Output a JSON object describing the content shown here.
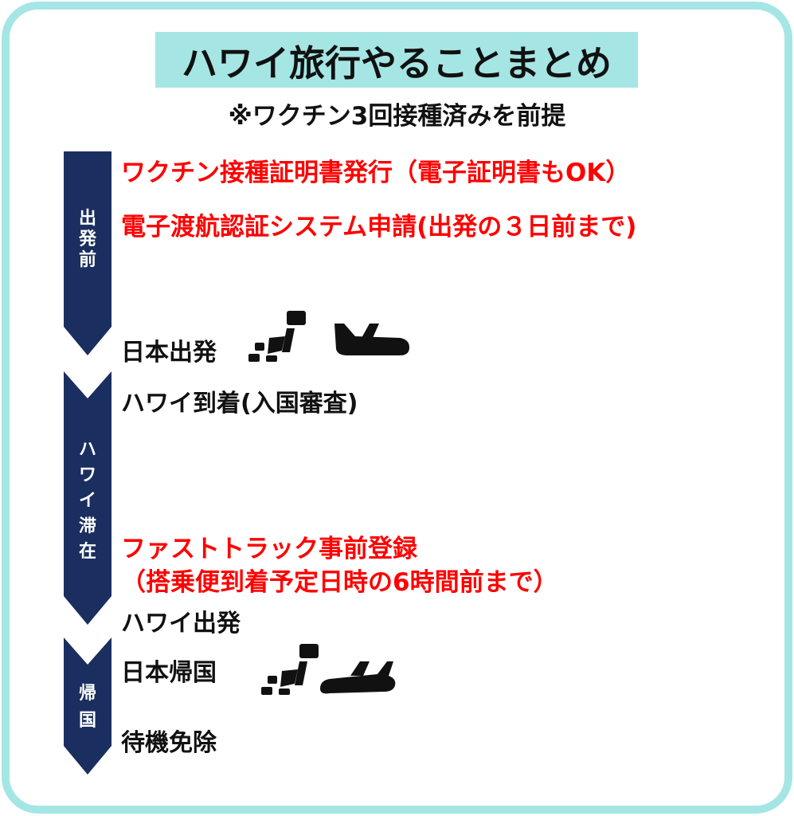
{
  "title": "ハワイ旅行やることまとめ",
  "subtitle": "※ワクチン3回接種済みを前提",
  "colors": {
    "frame": "#a5e6e4",
    "title_background": "#a5e6e4",
    "arrow": "#1a2e5f",
    "red_text": "#ff0000",
    "black_text": "#111111"
  },
  "phases": [
    {
      "label": [
        "出",
        "発",
        "前"
      ],
      "items": [
        {
          "text": "ワクチン接種証明書発行（電子証明書もOK）",
          "color": "red"
        },
        {
          "text": "電子渡航認証システム申請(出発の３日前まで)",
          "color": "red"
        },
        {
          "text": "日本出発",
          "color": "black",
          "icons": [
            "japan-map-icon",
            "airplane-takeoff-icon"
          ]
        }
      ]
    },
    {
      "label": [
        "ハ",
        "ワ",
        "イ",
        "滞",
        "在"
      ],
      "items": [
        {
          "text": "ハワイ到着(入国審査)",
          "color": "black"
        },
        {
          "text": "ファストトラック事前登録",
          "color": "red"
        },
        {
          "text": "（搭乗便到着予定日時の6時間前まで）",
          "color": "red"
        },
        {
          "text": "ハワイ出発",
          "color": "black"
        }
      ]
    },
    {
      "label": [
        "帰",
        "国"
      ],
      "items": [
        {
          "text": "日本帰国",
          "color": "black",
          "icons": [
            "japan-map-icon",
            "airplane-landing-icon"
          ]
        },
        {
          "text": "待機免除",
          "color": "black"
        }
      ]
    }
  ]
}
